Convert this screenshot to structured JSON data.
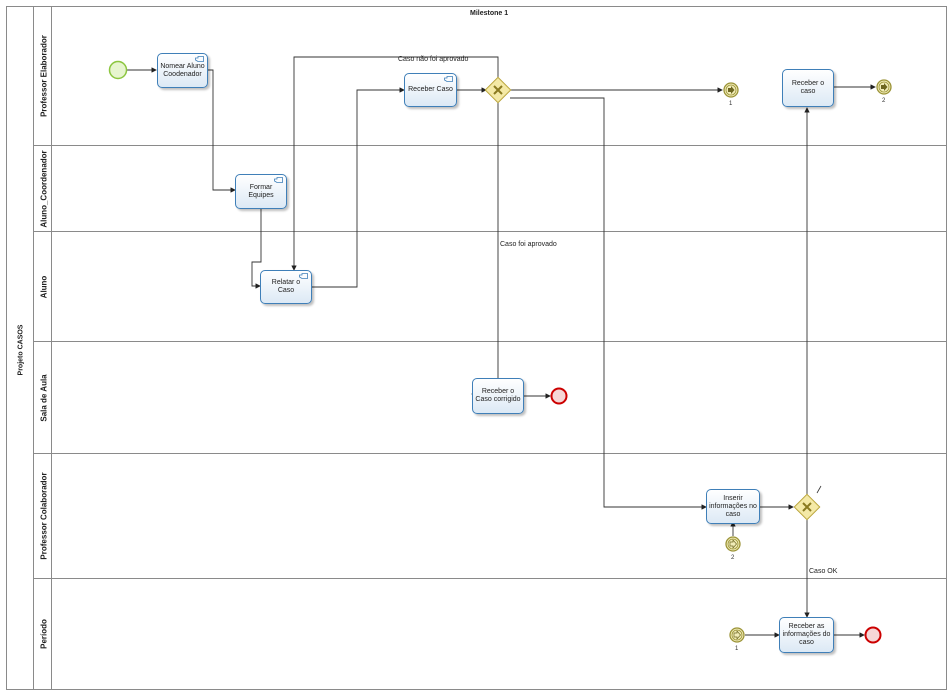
{
  "pool": {
    "title": "Projeto CASOS"
  },
  "milestone": "Milestone 1",
  "lanes": [
    {
      "id": "professor_elaborador",
      "label": "Professor Elaborador"
    },
    {
      "id": "aluno_coordenador",
      "label": "Aluno_Coordenador"
    },
    {
      "id": "aluno",
      "label": "Aluno"
    },
    {
      "id": "sala_de_aula",
      "label": "Sala de Aula"
    },
    {
      "id": "professor_colaborador",
      "label": "Professor Colaborador"
    },
    {
      "id": "periodo",
      "label": "Período"
    }
  ],
  "tasks": {
    "nomear": "Nomear Aluno Coodenador",
    "formar": "Formar Equipes",
    "relatar": "Relatar o Caso",
    "receber_caso": "Receber Caso",
    "receber_o_caso": "Receber o caso",
    "receber_corrigido": "Receber o Caso corrigido",
    "inserir": "Inserir informações no caso",
    "receber_informacoes": "Receber as informações do caso"
  },
  "flow_labels": {
    "nao_aprovado": "Caso não foi aprovado",
    "aprovado": "Caso foi aprovado",
    "caso_ok": "Caso OK"
  },
  "link_events": {
    "throw_1": "1",
    "throw_2": "2",
    "catch_2": "2",
    "catch_1": "1"
  },
  "colors": {
    "task_border": "#3f7fb8",
    "start_event": "#8cc63f",
    "end_event": "#d0021b",
    "gateway": "#e8d16a",
    "link_event": "#c9c26a"
  }
}
